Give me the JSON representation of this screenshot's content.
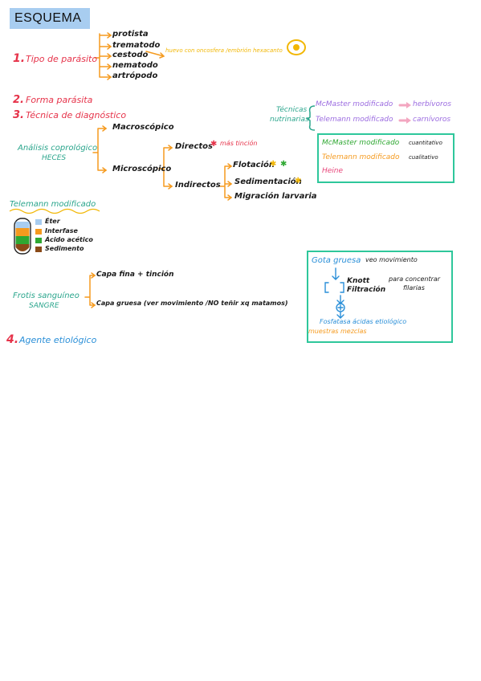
{
  "title": "ESQUEMA",
  "section1": {
    "number": "1.",
    "label": "Tipo de parásito",
    "items": [
      "protista",
      "trematodo",
      "cestodo",
      "nematodo",
      "artrópodo"
    ],
    "egg_note": "huevo con oncosfera /embrión hexacanto"
  },
  "section2": {
    "number": "2.",
    "label": "Forma parásita"
  },
  "section3": {
    "number": "3.",
    "label": "Técnica de diagnóstico"
  },
  "nutrinarias": {
    "label_line1": "Técnicas",
    "label_line2": "nutrinarias",
    "row1_technique": "McMaster modificado",
    "row1_target": "herbívoros",
    "row2_technique": "Telemann modificado",
    "row2_target": "carnívoros"
  },
  "methods_box": {
    "row1_name": "McMaster modificado",
    "row1_type": "cuantitativo",
    "row2_name": "Telemann modificado",
    "row2_type": "cualitativo",
    "row3_name": "Heine"
  },
  "copro": {
    "label_line1": "Análisis coprológico",
    "label_line2": "HECES",
    "macro": "Macroscópico",
    "micro": "Microscópico",
    "directos": "Directos",
    "directos_note": "más tinción",
    "indirectos": "Indirectos",
    "flotacion": "Flotación",
    "sedimentacion": "Sedimentación",
    "migracion": "Migración larvaria"
  },
  "telemann": {
    "title": "Telemann modificado",
    "layers": [
      {
        "label": "Éter",
        "color": "#a8cdf0"
      },
      {
        "label": "Interfase",
        "color": "#f59a1e"
      },
      {
        "label": "Ácido acético",
        "color": "#2fa832"
      },
      {
        "label": "Sedimento",
        "color": "#8a4a18"
      }
    ]
  },
  "frotis": {
    "label_line1": "Frotis sanguíneo",
    "label_line2": "SANGRE",
    "capa_fina": "Capa fina + tinción",
    "capa_gruesa": "Capa gruesa (ver movimiento /NO teñir xq matamos)"
  },
  "gota_box": {
    "title": "Gota gruesa",
    "title_note": "veo movimiento",
    "knott": "Knott",
    "filtracion": "Filtración",
    "concentrar_line1": "para concentrar",
    "concentrar_line2": "filarias",
    "fosfatasa": "Fosfatasa ácidas etiológico",
    "muestras": "muestras mezclas"
  },
  "section4": {
    "number": "4.",
    "label": "Agente etiológico"
  }
}
